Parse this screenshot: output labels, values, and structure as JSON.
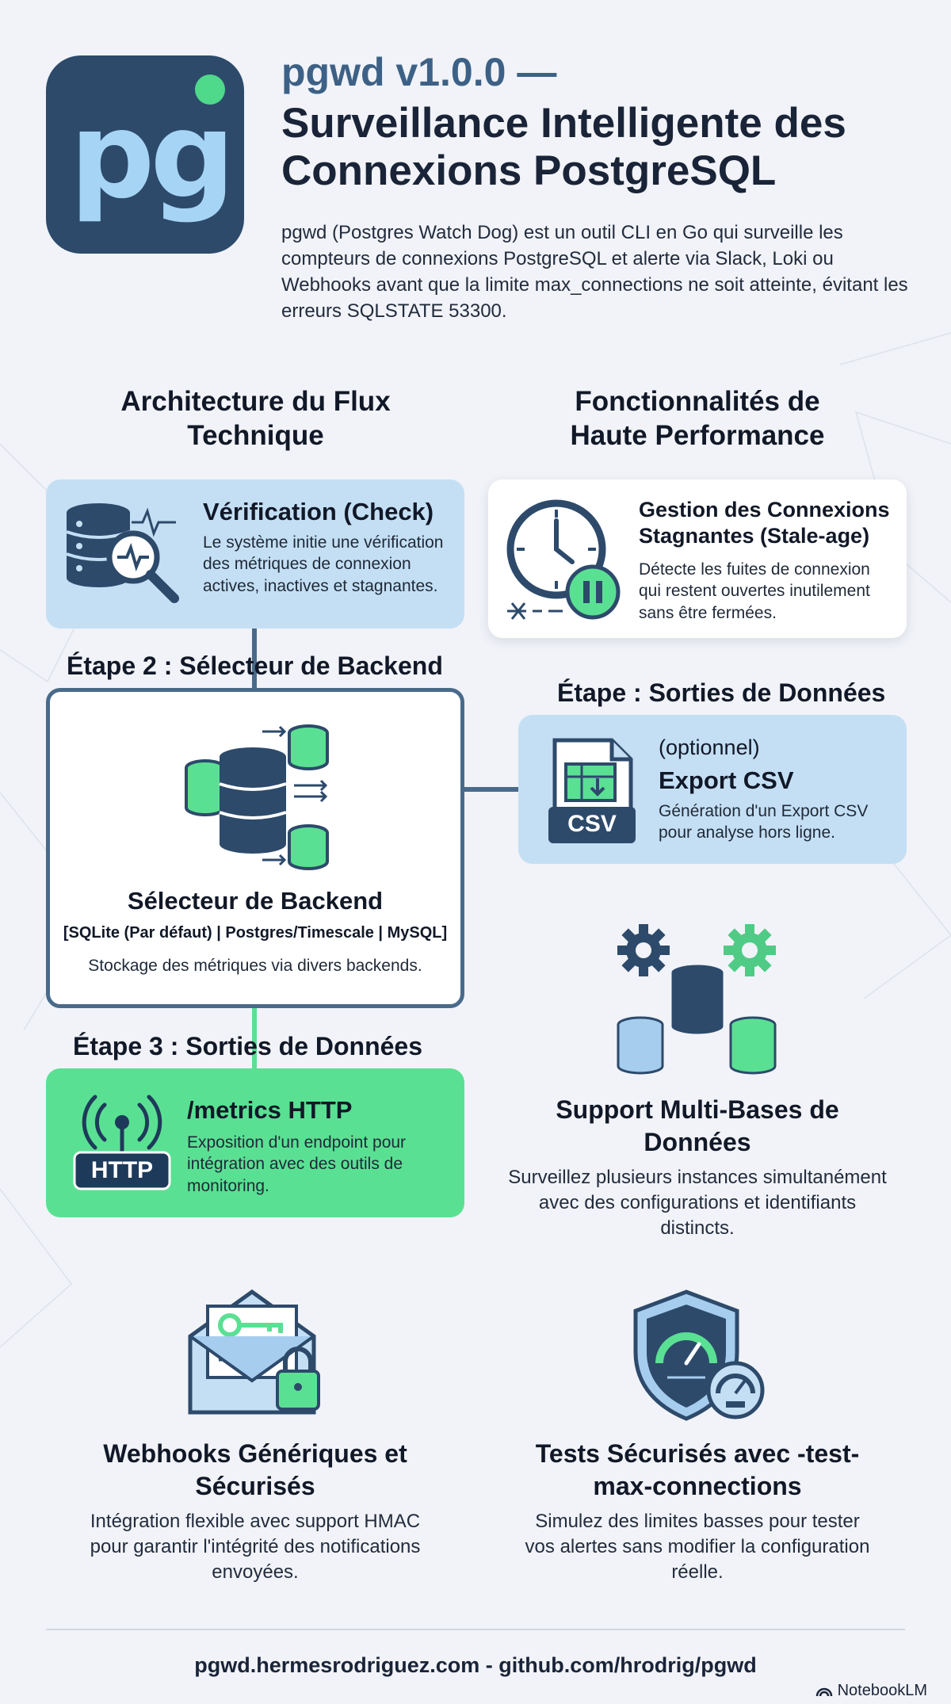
{
  "header": {
    "logo_text": "pg",
    "title_version": "pgwd v1.0.0 —",
    "title_main": "Surveillance Intelligente des Connexions PostgreSQL",
    "intro": "pgwd (Postgres Watch Dog) est un outil CLI en Go qui surveille les compteurs de connexions PostgreSQL et alerte via Slack, Loki ou Webhooks avant que la limite max_connections ne soit atteinte, évitant les erreurs SQLSTATE 53300."
  },
  "architecture": {
    "column_title": "Architecture du Flux Technique",
    "check": {
      "icon": "database-magnifier-icon",
      "title": "Vérification (Check)",
      "text": "Le système initie une vérification des métriques de connexion actives, inactives et stagnantes."
    },
    "step2_title": "Étape 2 : Sélecteur de Backend",
    "backend": {
      "icon": "database-router-icon",
      "title": "Sélecteur de Backend",
      "options": "[SQLite (Par défaut) | Postgres/Timescale | MySQL]",
      "text": "Stockage des métriques via divers backends."
    },
    "step3_title": "Étape 3 : Sorties de Données",
    "metrics": {
      "icon": "http-antenna-icon",
      "badge": "HTTP",
      "title": "/metrics HTTP",
      "text": "Exposition d'un endpoint pour intégration avec des outils de monitoring."
    }
  },
  "features": {
    "column_title": "Fonctionnalités de Haute Performance",
    "stale": {
      "icon": "clock-pause-icon",
      "title": "Gestion des Connexions Stagnantes (Stale-age)",
      "text": "Détecte les fuites de connexion qui restent ouvertes inutilement sans être fermées."
    },
    "output_step_title": "Étape : Sorties de Données",
    "csv": {
      "icon": "csv-file-icon",
      "badge": "CSV",
      "optional": "(optionnel)",
      "title": "Export CSV",
      "text": "Génération d'un Export CSV pour analyse hors ligne."
    },
    "multidb": {
      "icon": "multi-database-gears-icon",
      "title": "Support Multi-Bases de Données",
      "text": "Surveillez plusieurs instances simultanément avec des configurations et identifiants distincts."
    },
    "webhooks": {
      "icon": "envelope-key-lock-icon",
      "title": "Webhooks Génériques et Sécurisés",
      "text": "Intégration flexible avec support HMAC pour garantir l'intégrité des notifications envoyées."
    },
    "tests": {
      "icon": "shield-gauge-icon",
      "title": "Tests Sécurisés avec -test-max-connections",
      "text": "Simulez des limites basses pour tester vos alertes sans modifier la configuration réelle."
    }
  },
  "footer": {
    "links": "pgwd.hermesrodriguez.com - github.com/hrodrig/pgwd",
    "brand": "NotebookLM"
  },
  "colors": {
    "navy": "#2d4a6b",
    "accent_green": "#5ae093",
    "card_blue": "#c4dff4",
    "title_blue": "#3d6186"
  }
}
